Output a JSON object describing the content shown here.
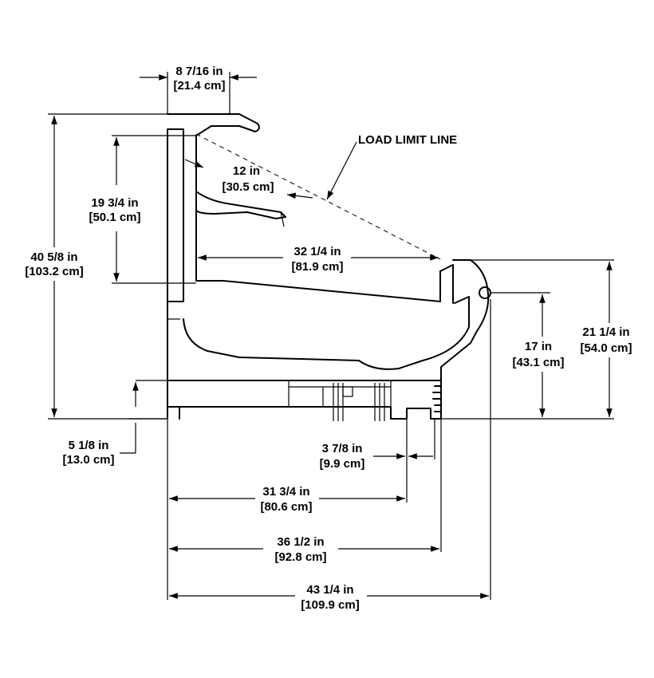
{
  "dimensions": {
    "top_width": {
      "imperial": "8 7/16 in",
      "metric": "[21.4 cm]"
    },
    "total_height": {
      "imperial": "40 5/8 in",
      "metric": "[103.2 cm]"
    },
    "shelf_height": {
      "imperial": "19 3/4 in",
      "metric": "[50.1 cm]"
    },
    "shelf_depth": {
      "imperial": "12 in",
      "metric": "[30.5 cm]"
    },
    "well_depth": {
      "imperial": "32 1/4 in",
      "metric": "[81.9 cm]"
    },
    "front_height": {
      "imperial": "21 1/4 in",
      "metric": "[54.0 cm]"
    },
    "rail_height": {
      "imperial": "17 in",
      "metric": "[43.1 cm]"
    },
    "base_height": {
      "imperial": "5 1/8 in",
      "metric": "[13.0 cm]"
    },
    "toe_kick": {
      "imperial": "3 7/8 in",
      "metric": "[9.9 cm]"
    },
    "base_depth": {
      "imperial": "31 3/4 in",
      "metric": "[80.6 cm]"
    },
    "case_depth": {
      "imperial": "36 1/2 in",
      "metric": "[92.8 cm]"
    },
    "overall_depth": {
      "imperial": "43 1/4 in",
      "metric": "[109.9 cm]"
    }
  },
  "labels": {
    "load_limit": "LOAD LIMIT LINE"
  }
}
